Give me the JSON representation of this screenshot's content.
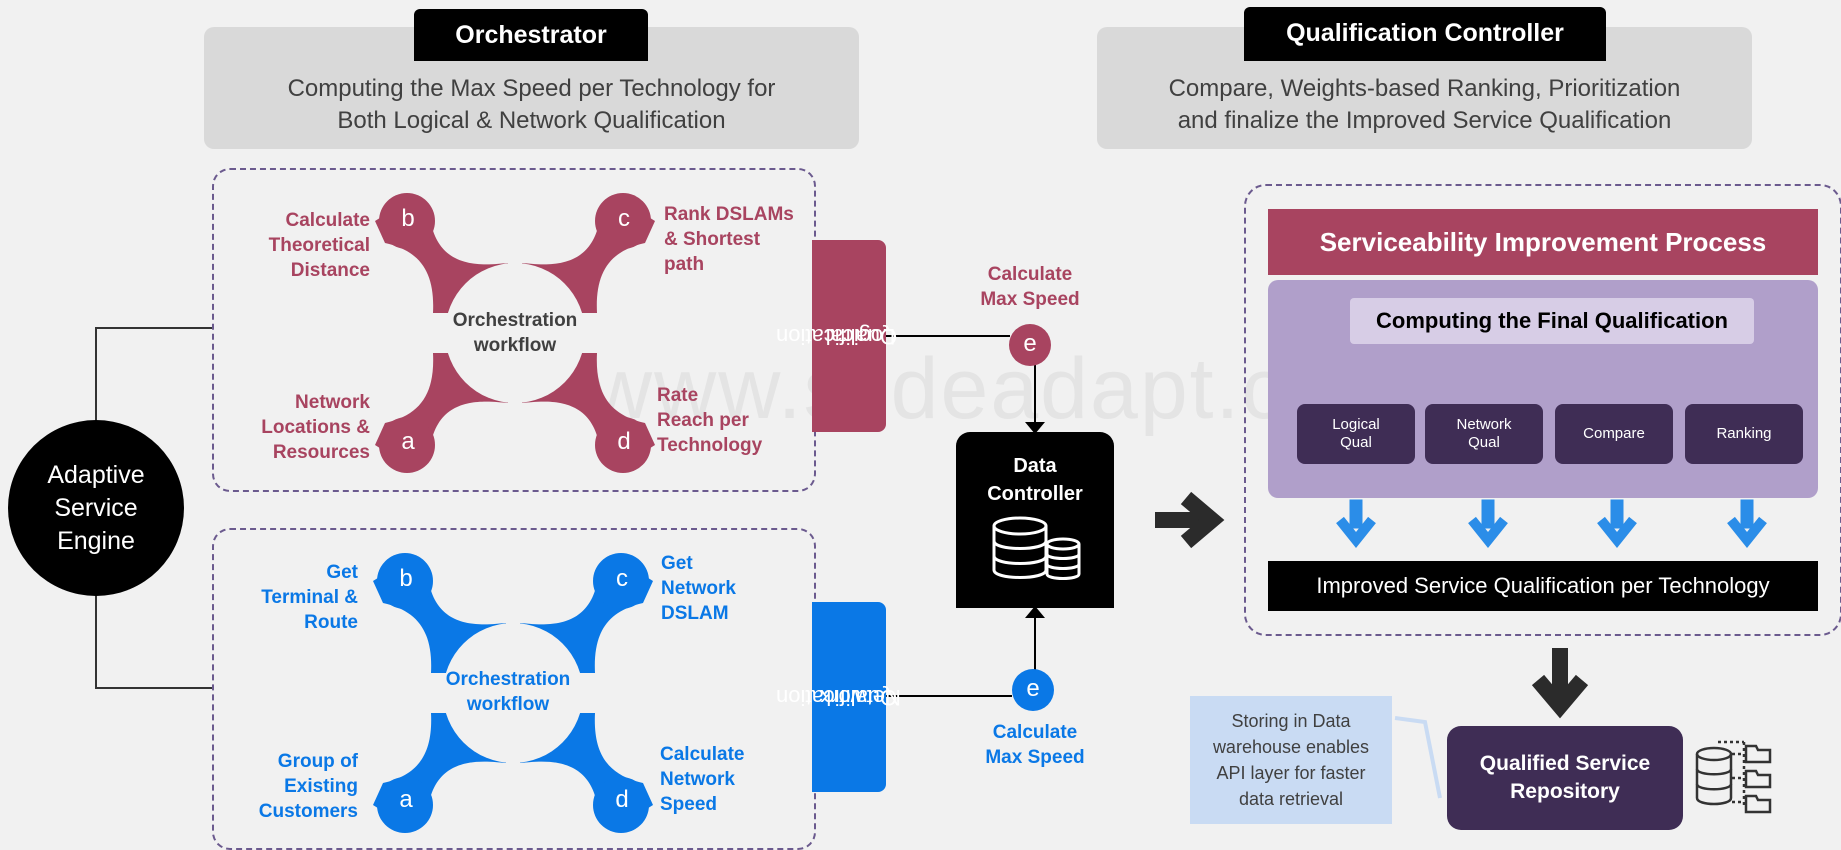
{
  "orchestrator": {
    "tab": "Orchestrator",
    "desc_line1": "Computing the Max Speed per Technology for",
    "desc_line2": "Both Logical & Network Qualification"
  },
  "qualification_controller": {
    "tab": "Qualification Controller",
    "desc_line1": "Compare, Weights-based Ranking, Prioritization",
    "desc_line2": "and finalize the Improved Service Qualification"
  },
  "engine": {
    "line1": "Adaptive",
    "line2": "Service",
    "line3": "Engine"
  },
  "logical": {
    "center_line1": "Orchestration",
    "center_line2": "workflow",
    "bar_label_line1": "Logical",
    "bar_label_line2": "Qualification",
    "b_letter": "b",
    "c_letter": "c",
    "a_letter": "a",
    "d_letter": "d",
    "b_label": [
      "Calculate",
      "Theoretical",
      "Distance"
    ],
    "c_label": [
      "Rank DSLAMs",
      "& Shortest",
      "path"
    ],
    "a_label": [
      "Network",
      "Locations &",
      "Resources"
    ],
    "d_label": [
      "Rate",
      "Reach per",
      "Technology"
    ],
    "e_letter": "e",
    "e_label_line1": "Calculate",
    "e_label_line2": "Max Speed"
  },
  "network": {
    "center_line1": "Orchestration",
    "center_line2": "workflow",
    "bar_label_line1": "Network",
    "bar_label_line2": "Qualification",
    "b_letter": "b",
    "c_letter": "c",
    "a_letter": "a",
    "d_letter": "d",
    "b_label": [
      "Get",
      "Terminal &",
      "Route"
    ],
    "c_label": [
      "Get",
      "Network",
      "DSLAM"
    ],
    "a_label": [
      "Group of",
      "Existing",
      "Customers"
    ],
    "d_label": [
      "Calculate",
      "Network",
      "Speed"
    ],
    "e_letter": "e",
    "e_label_line1": "Calculate",
    "e_label_line2": "Max Speed"
  },
  "data_controller": {
    "line1": "Data",
    "line2": "Controller",
    "icon": "database-icon"
  },
  "serviceability": {
    "title": "Serviceability Improvement Process",
    "computing": "Computing the Final Qualification",
    "buttons": [
      {
        "line1": "Logical",
        "line2": "Qual"
      },
      {
        "line1": "Network",
        "line2": "Qual"
      },
      {
        "line1": "Compare",
        "line2": ""
      },
      {
        "line1": "Ranking",
        "line2": ""
      }
    ],
    "result": "Improved Service Qualification per Technology"
  },
  "repository": {
    "line1": "Qualified Service",
    "line2": "Repository",
    "icon": "database-folders-icon"
  },
  "note": {
    "line1": "Storing in Data",
    "line2": "warehouse enables",
    "line3": "API layer for faster",
    "line4": "data retrieval"
  },
  "watermark": "www.slideadapt.com",
  "colors": {
    "pink": "#a84460",
    "blue": "#0a78e6",
    "dark_purple": "#3f2d55",
    "light_purple": "#b09fca",
    "black": "#000000",
    "grey_header": "#d9d9d9"
  }
}
